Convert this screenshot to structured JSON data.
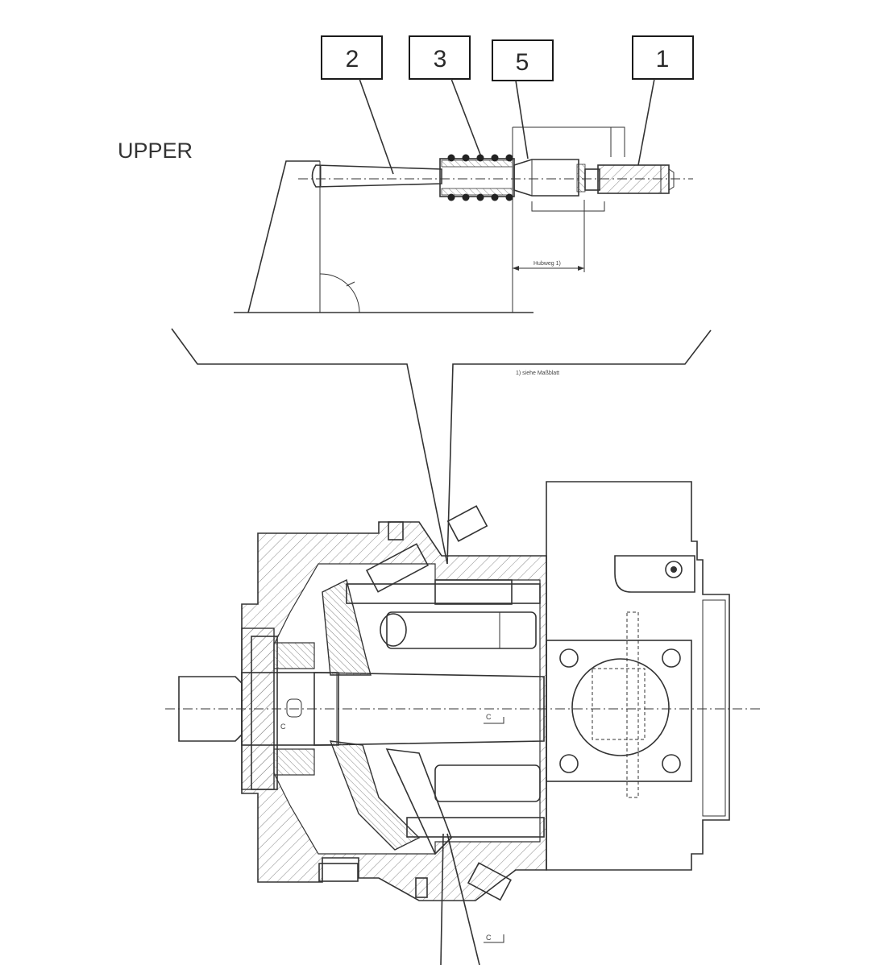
{
  "diagram": {
    "heading": "UPPER",
    "callouts": [
      {
        "id": "c2",
        "label": "2"
      },
      {
        "id": "c3",
        "label": "3"
      },
      {
        "id": "c5",
        "label": "5"
      },
      {
        "id": "c1",
        "label": "1"
      }
    ],
    "annotations": {
      "dimension_label": "Hubweg 1)",
      "footnote": "1) siehe Maßblatt",
      "section_marks": [
        "C",
        "C",
        "C"
      ]
    },
    "colors": {
      "line": "#333333",
      "hatch": "#8a8a8a",
      "background": "#ffffff"
    }
  }
}
